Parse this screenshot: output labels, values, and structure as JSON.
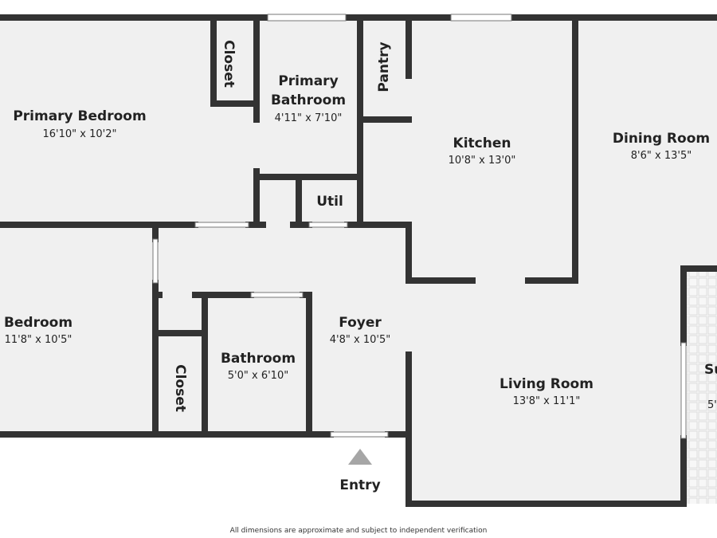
{
  "rooms": {
    "primary_bedroom": {
      "name": "Primary Bedroom",
      "dim": "16'10\" x 10'2\""
    },
    "closet_upper": {
      "name": "Closet"
    },
    "primary_bathroom": {
      "name_line1": "Primary",
      "name_line2": "Bathroom",
      "dim": "4'11\" x 7'10\""
    },
    "pantry": {
      "name": "Pantry"
    },
    "kitchen": {
      "name": "Kitchen",
      "dim": "10'8\" x 13'0\""
    },
    "dining_room": {
      "name": "Dining Room",
      "dim": "8'6\" x 13'5\""
    },
    "util": {
      "name": "Util"
    },
    "bedroom": {
      "name": "Bedroom",
      "dim": "11'8\" x 10'5\""
    },
    "closet_lower": {
      "name": "Closet"
    },
    "bathroom": {
      "name": "Bathroom",
      "dim": "5'0\" x 6'10\""
    },
    "foyer": {
      "name": "Foyer",
      "dim": "4'8\" x 10'5\""
    },
    "living_room": {
      "name": "Living Room",
      "dim": "13'8\" x 11'1\""
    },
    "sunroom_partial": {
      "name": "Su",
      "dim": "5'"
    }
  },
  "entry": {
    "label": "Entry"
  },
  "footer": "All dimensions are approximate and subject to independent verification",
  "colors": {
    "wall": "#333333",
    "floor": "#f0f0f0",
    "entry_arrow": "#a6a6a6"
  }
}
